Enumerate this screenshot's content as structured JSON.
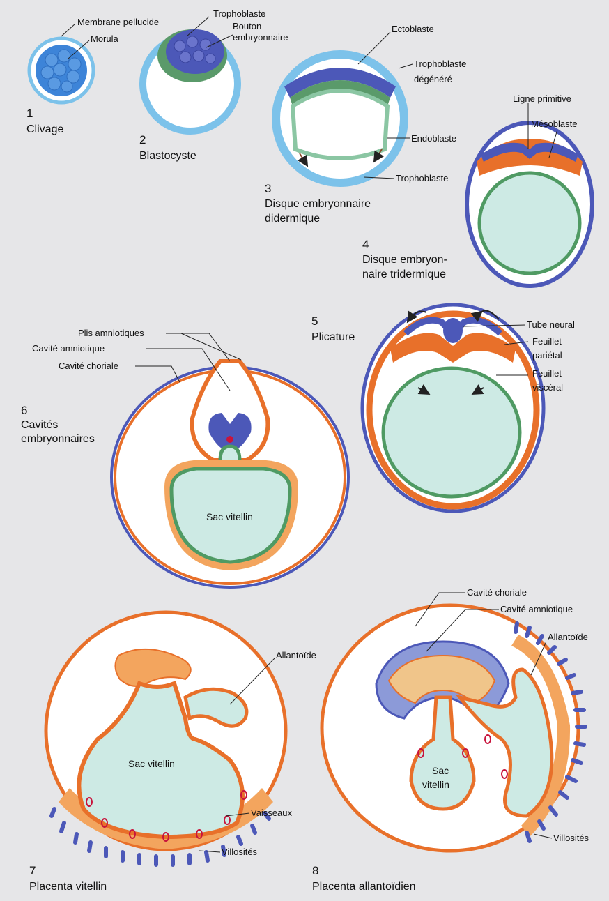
{
  "colors": {
    "background": "#e6e6e8",
    "trophoblast": "#7cc2ea",
    "ectoderm": "#4c58b8",
    "mesoderm": "#e8702a",
    "mesoderm_light": "#f3a55e",
    "endoderm": "#4f9a63",
    "yolk": "#cdeae4",
    "cell_blue": "#3d84d8"
  },
  "stages": {
    "s1": {
      "number": "1",
      "caption": "Clivage"
    },
    "s2": {
      "number": "2",
      "caption": "Blastocyste"
    },
    "s3": {
      "number": "3",
      "caption_line1": "Disque embryonnaire",
      "caption_line2": "didermique"
    },
    "s4": {
      "number": "4",
      "caption_line1": "Disque embryon-",
      "caption_line2": "naire tridermique"
    },
    "s5": {
      "number": "5",
      "caption": "Plicature"
    },
    "s6": {
      "number": "6",
      "caption_line1": "Cavités",
      "caption_line2": "embryonnaires"
    },
    "s7": {
      "number": "7",
      "caption": "Placenta vitellin"
    },
    "s8": {
      "number": "8",
      "caption": "Placenta allantoïdien"
    }
  },
  "labels": {
    "membrane_pellucide": "Membrane pellucide",
    "morula": "Morula",
    "trophoblaste_2": "Trophoblaste",
    "bouton_1": "Bouton",
    "bouton_2": "embryonnaire",
    "ectoblaste": "Ectoblaste",
    "trophoblaste_deg_1": "Trophoblaste",
    "trophoblaste_deg_2": "dégénéré",
    "endoblaste": "Endoblaste",
    "trophoblaste_3": "Trophoblaste",
    "ligne_primitive": "Ligne primitive",
    "mesoblaste": "Mésoblaste",
    "tube_neural": "Tube neural",
    "feuillet_parietal_1": "Feuillet",
    "feuillet_parietal_2": "pariétal",
    "feuillet_visceral_1": "Feuillet",
    "feuillet_visceral_2": "viscéral",
    "plis_amniotiques": "Plis amniotiques",
    "cavite_amniotique_6": "Cavité amniotique",
    "cavite_choriale_6": "Cavité choriale",
    "sac_vitellin_6": "Sac vitellin",
    "allantoide_7": "Allantoïde",
    "sac_vitellin_7": "Sac vitellin",
    "vaisseaux": "Vaisseaux",
    "villosites_7": "Villosités",
    "cavite_choriale_8": "Cavité choriale",
    "cavite_amniotique_8": "Cavité amniotique",
    "allantoide_8": "Allantoïde",
    "sac_vitellin_8_1": "Sac",
    "sac_vitellin_8_2": "vitellin",
    "villosites_8": "Villosités"
  }
}
